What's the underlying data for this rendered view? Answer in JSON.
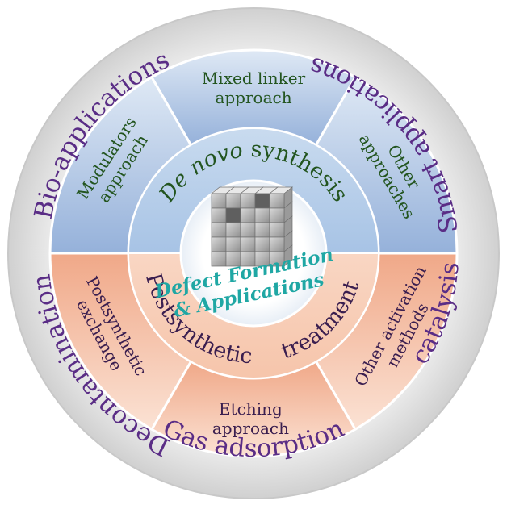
{
  "outer_labels": {
    "bio_applications": "Bio-applications",
    "smart_applications": "Smart applications",
    "decontamination": "Decontamination",
    "catalysis": "catalysis",
    "gas_adsorption": "Gas  adsorption"
  },
  "blue_segments": {
    "modulators": [
      "Modulators",
      "approach"
    ],
    "mixed_linker": [
      "Mixed linker",
      "approach"
    ],
    "other_approaches": [
      "Other",
      "approaches"
    ]
  },
  "orange_segments": {
    "postsynthetic_exchange": [
      "Postsynthetic",
      "exchange"
    ],
    "etching": [
      "Etching",
      "approach"
    ],
    "other_activation": [
      "Other activation",
      "methods"
    ]
  },
  "inner_ring": {
    "de_novo_prefix": "De novo",
    "de_novo_suffix": " synthesis",
    "postsynthetic": "Postsynthetic",
    "treatment": "treatment"
  },
  "center": {
    "line1": "Defect Formation",
    "line2": "& Applications"
  },
  "colors": {
    "outer_ring": "#e6e6e6",
    "blue_light": "#dbe7f4",
    "blue_dark": "#9cb6dd",
    "orange_light": "#fbe0d2",
    "orange_dark": "#eea887",
    "outer_text": "#5a2d86",
    "blue_text": "#23551f",
    "orange_text": "#3a1e4f",
    "center_text": "#1fa7a4"
  }
}
